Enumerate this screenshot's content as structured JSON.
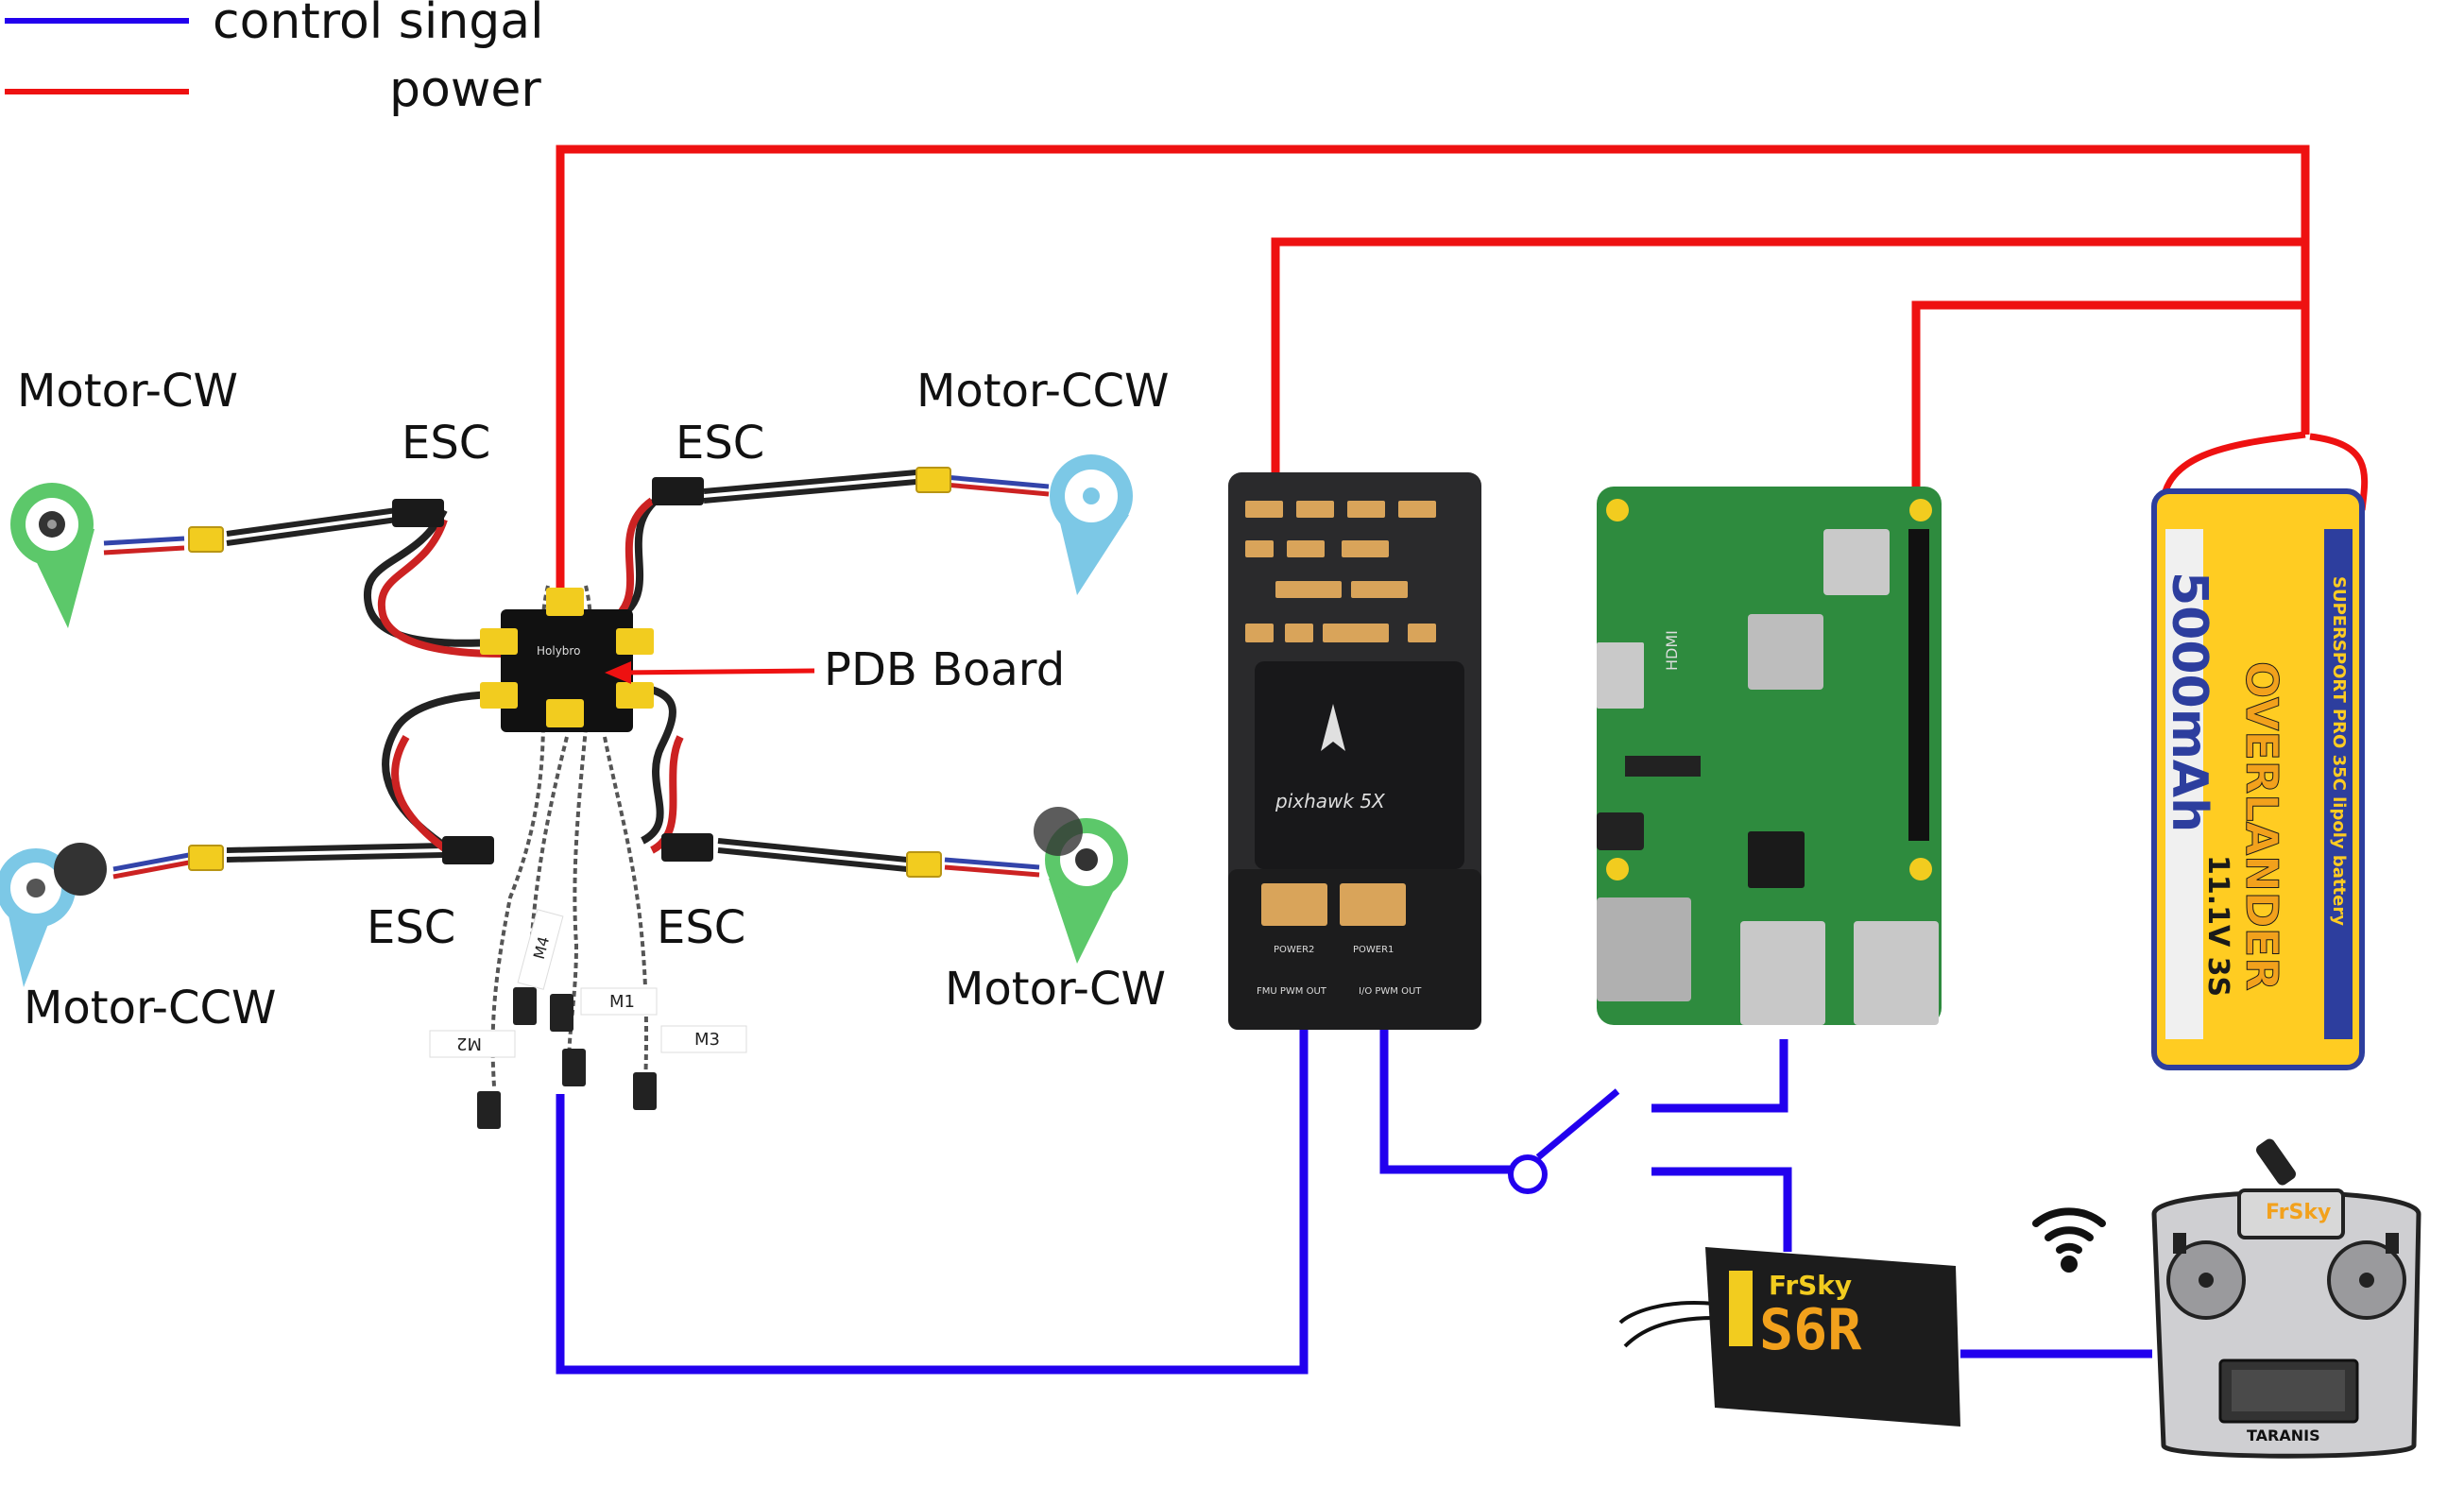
{
  "legend": {
    "control_label": "control singal",
    "power_label": "power"
  },
  "labels": {
    "motor_cw_top": "Motor-CW",
    "motor_ccw_top": "Motor-CCW",
    "motor_ccw_bottom": "Motor-CCW",
    "motor_cw_bottom": "Motor-CW",
    "esc_top_left": "ESC",
    "esc_top_right": "ESC",
    "esc_bottom_left": "ESC",
    "esc_bottom_right": "ESC",
    "pdb_board": "PDB Board"
  },
  "motor_tags": {
    "m1": "M1",
    "m2": "M2",
    "m3": "M3",
    "m4": "M4"
  },
  "device_text": {
    "pdb_brand": "Holybro",
    "pixhawk_brand": "pixhawk 5X",
    "pixhawk_power1": "POWER1",
    "pixhawk_power2": "POWER2",
    "pixhawk_fmu": "FMU PWM OUT",
    "pixhawk_io": "I/O PWM OUT",
    "rpi_hdmi": "HDMI",
    "battery_capacity": "5000mAh",
    "battery_spec": "11.1V 3S",
    "battery_brand": "OVERLANDER",
    "battery_series": "SUPERSPORT PRO 35C lipoly battery",
    "receiver_brand": "FrSky",
    "receiver_model": "S6R",
    "radio_brand": "FrSky",
    "radio_model": "TARANIS"
  },
  "colors": {
    "control": "#2200ee",
    "power": "#ee1111",
    "motor_cw": "#5cc86a",
    "motor_ccw": "#7cc8e6",
    "pdb": "#f2cc1f",
    "pixhawk": "#2a2a2c",
    "rpi_board": "#2e8b3e",
    "battery_body": "#ffcc22"
  }
}
